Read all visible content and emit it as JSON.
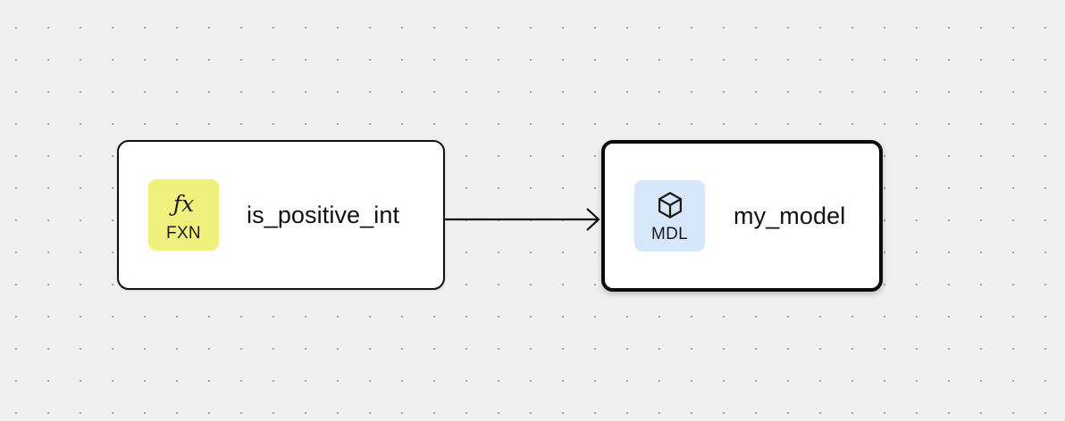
{
  "canvas": {
    "name": "node-graph-canvas",
    "background_color": "#f0f0f0",
    "dot_color": "#a8a8a8",
    "dot_spacing": 36
  },
  "nodes": [
    {
      "id": "is_positive_int",
      "title": "is_positive_int",
      "badge": {
        "glyph": "ƒx",
        "glyph_icon_name": "function-fx-icon",
        "kind": "FXN",
        "background_color": "#f0f07f",
        "text_color": "#1a1a1a"
      },
      "selected": false,
      "border_color": "#111111",
      "background_color": "#ffffff"
    },
    {
      "id": "my_model",
      "title": "my_model",
      "badge": {
        "glyph": "",
        "glyph_icon_name": "cube-box-icon",
        "kind": "MDL",
        "background_color": "#d7e7fb",
        "text_color": "#1a1a1a"
      },
      "selected": true,
      "border_color": "#0b0b0b",
      "background_color": "#ffffff"
    }
  ],
  "edges": [
    {
      "id": "edge-is_positive_int-my_model",
      "source": "is_positive_int",
      "target": "my_model",
      "color": "#111111",
      "arrowhead": "open-chevron"
    }
  ]
}
